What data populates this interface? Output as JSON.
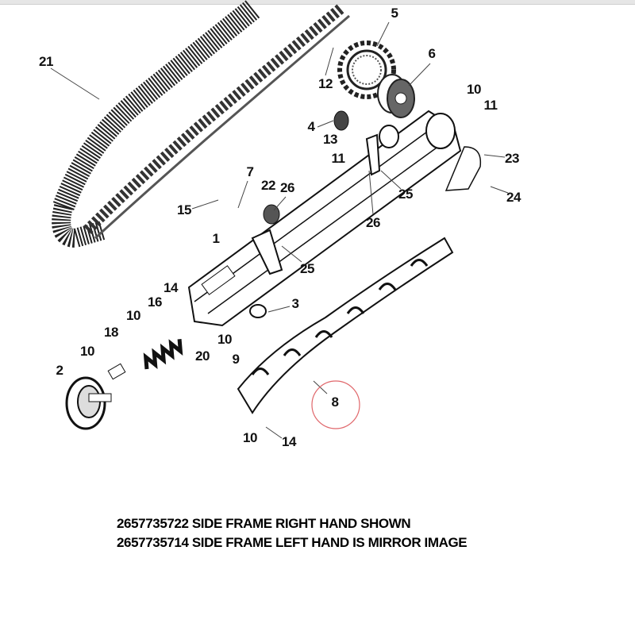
{
  "callouts": [
    "21",
    "5",
    "12",
    "6",
    "10",
    "11",
    "4",
    "13",
    "11",
    "23",
    "25",
    "24",
    "7",
    "22",
    "26",
    "15",
    "26",
    "1",
    "25",
    "14",
    "16",
    "3",
    "18",
    "10",
    "10",
    "10",
    "9",
    "20",
    "2",
    "8",
    "10",
    "14"
  ],
  "highlighted_callout": "8",
  "highlight_color": "#e0676b",
  "caption": {
    "line1": "2657735722 SIDE FRAME RIGHT HAND SHOWN",
    "line2": "2657735714 SIDE FRAME LEFT HAND IS MIRROR IMAGE"
  }
}
